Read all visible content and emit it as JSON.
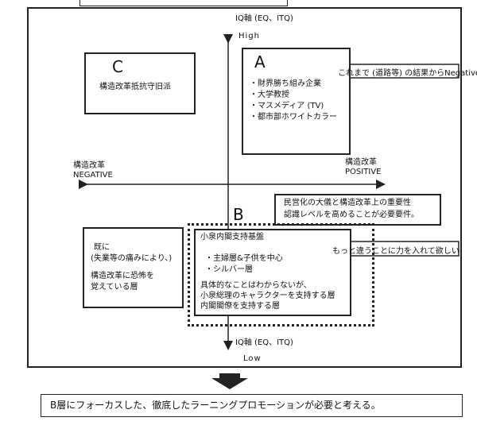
{
  "axes": {
    "vertical_top_label": "IQ軸 (EQ、ITQ)",
    "high": "High",
    "vertical_bottom_label": "IQ軸 (EQ、ITQ)",
    "low": "Low",
    "left_label_jp": "構造改革",
    "left_label_en": "NEGATIVE",
    "right_label_jp": "構造改革",
    "right_label_en": "POSITIVE"
  },
  "quadrant_c": {
    "letter": "C",
    "text": "構造改革抵抗守旧派"
  },
  "quadrant_a": {
    "letter": "A",
    "items": [
      "・財界勝ち組み企業",
      "・大学教授",
      "・マスメディア (TV)",
      "・都市部ホワイトカラー"
    ]
  },
  "callout_a": "これまで (道路等) の結果からNegative",
  "note_box": {
    "line1": "民営化の大儀と構造改革上の重要性",
    "line2": "認識レベルを高めることが必要要件。"
  },
  "quadrant_b": {
    "letter": "B",
    "title": "小泉内閣支持基盤",
    "item1": "・主婦層&子供を中心",
    "item2": "・シルバー層",
    "desc1": "具体的なことはわからないが、",
    "desc2": "小泉総理のキャラクターを支持する層",
    "desc3": "内閣閣僚を支持する層"
  },
  "callout_b": "もっと違うことに力を入れて欲しい",
  "quadrant_d": {
    "line1": "既に",
    "line2": "(失業等の痛みにより、)",
    "line3": "構造改革に恐怖を",
    "line4": "覚えている層"
  },
  "conclusion": "B層にフォーカスした、徹底したラーニングプロモーションが必要と考える。"
}
